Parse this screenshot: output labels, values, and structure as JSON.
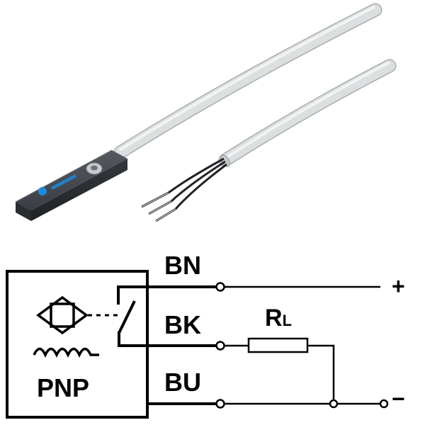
{
  "wiring": {
    "bn_label": "BN",
    "bk_label": "BK",
    "bu_label": "BU",
    "load_label": "R",
    "load_subscript": "L",
    "plus_label": "+",
    "minus_label": "−",
    "type_label": "PNP"
  },
  "colors": {
    "sensor_body": "#3a3e44",
    "cable": "#dcdfe0",
    "cable_edge": "#a9adb0",
    "brand_blue": "#1b8be0",
    "diagram_line": "#000000"
  }
}
